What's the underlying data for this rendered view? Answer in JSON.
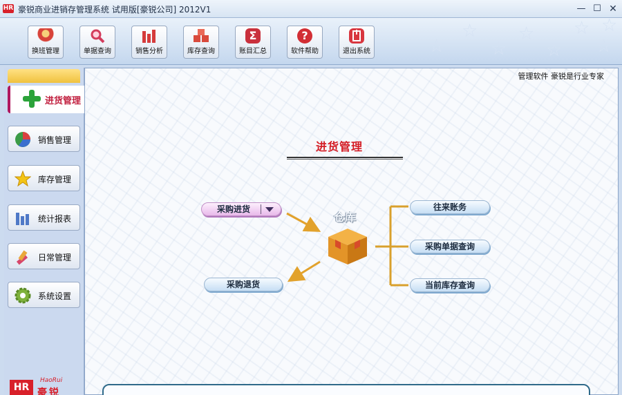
{
  "window": {
    "icon_text": "HR",
    "title": "豪锐商业进销存管理系统 试用版[豪锐公司] 2012V1",
    "min": "—",
    "max": "☐",
    "close": "✕"
  },
  "toolbar": {
    "buttons": [
      {
        "label": "换班管理",
        "icon": "user-switch-icon",
        "color": "#d8443a"
      },
      {
        "label": "单据查询",
        "icon": "magnifier-icon",
        "color": "#d33c5c"
      },
      {
        "label": "销售分析",
        "icon": "bar-chart-icon",
        "color": "#d53b3b"
      },
      {
        "label": "库存查询",
        "icon": "boxes-icon",
        "color": "#d94a3c"
      },
      {
        "label": "账目汇总",
        "icon": "sigma-icon",
        "color": "#c9303c"
      },
      {
        "label": "软件帮助",
        "icon": "help-icon",
        "color": "#d22e34"
      },
      {
        "label": "退出系统",
        "icon": "power-icon",
        "color": "#d8363f"
      }
    ]
  },
  "sidebar": {
    "active": {
      "label": "进货管理",
      "icon": "plus-icon"
    },
    "items": [
      {
        "label": "销售管理",
        "icon": "pie-chart-icon"
      },
      {
        "label": "库存管理",
        "icon": "star-icon"
      },
      {
        "label": "统计报表",
        "icon": "report-bars-icon"
      },
      {
        "label": "日常管理",
        "icon": "tools-icon"
      },
      {
        "label": "系统设置",
        "icon": "gear-icon"
      }
    ],
    "logo": {
      "box": "HR",
      "en": "HaoRui",
      "cn": "豪锐"
    }
  },
  "main": {
    "slogan": "管理软件 豪锐是行业专家",
    "title": "进货管理",
    "warehouse_label": "仓库",
    "flow": {
      "purchase_in": "采购进货",
      "purchase_return": "采购退货",
      "accounts": "往来账务",
      "purchase_query": "采购单据查询",
      "stock_query": "当前库存查询"
    }
  },
  "colors": {
    "accent_red": "#d41c24",
    "arrow_orange": "#e2a22c",
    "connector_gold": "#d9a02c",
    "sidebar_bg": "#cbd9ef"
  }
}
